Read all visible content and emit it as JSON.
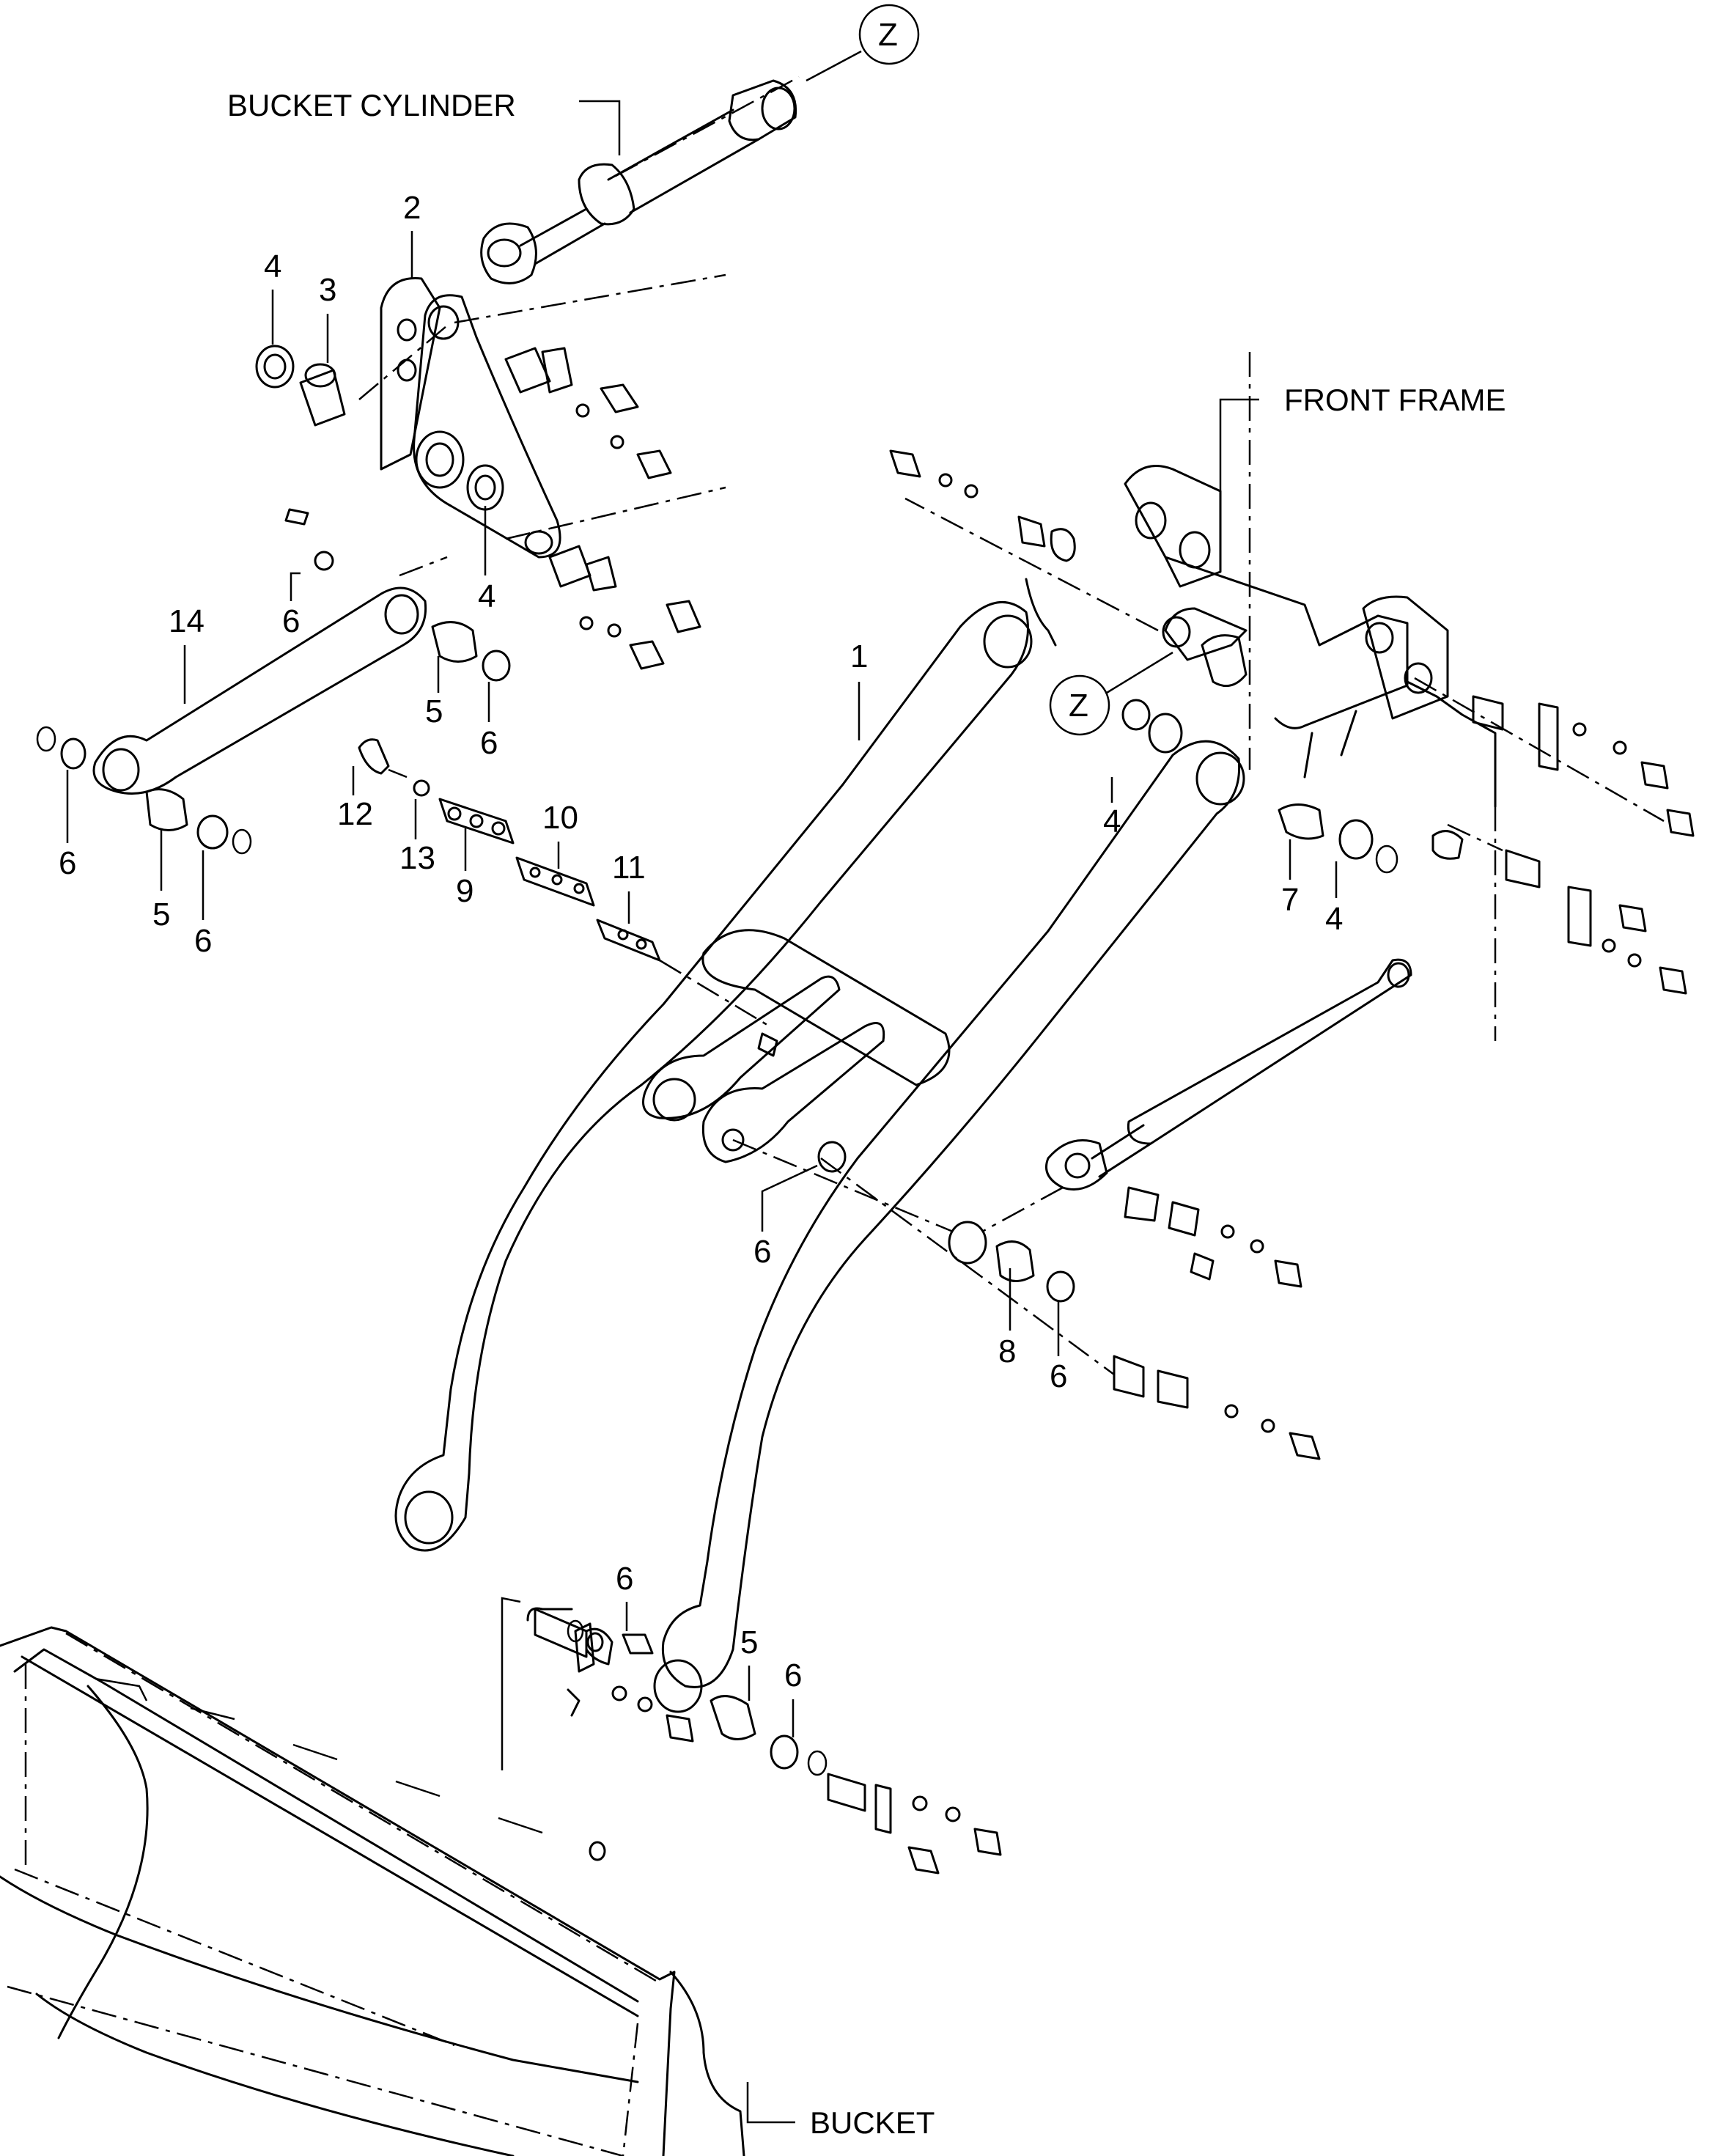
{
  "labels": {
    "bucket_cylinder": "BUCKET CYLINDER",
    "front_frame": "FRONT FRAME",
    "bucket": "BUCKET",
    "detail_z_top": "Z",
    "detail_z_frame": "Z"
  },
  "callouts": {
    "c1": "1",
    "c2": "2",
    "c3": "3",
    "c4a": "4",
    "c4b": "4",
    "c4c": "4",
    "c4d": "4",
    "c5a": "5",
    "c5b": "5",
    "c5c": "5",
    "c6a": "6",
    "c6b": "6",
    "c6c": "6",
    "c6d": "6",
    "c6e": "6",
    "c6f": "6",
    "c6g": "6",
    "c6h": "6",
    "c7": "7",
    "c8": "8",
    "c9": "9",
    "c10": "10",
    "c11": "11",
    "c12": "12",
    "c13": "13",
    "c14": "14"
  }
}
